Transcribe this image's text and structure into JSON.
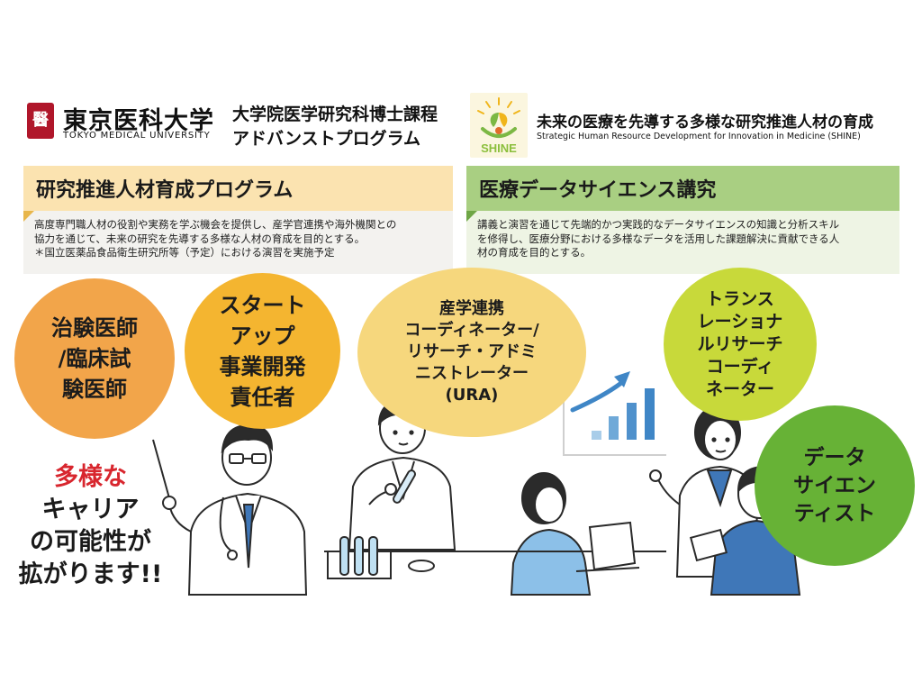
{
  "header": {
    "university_logo_mark": "醫",
    "university_name_jp": "東京医科大学",
    "university_name_en": "TOKYO MEDICAL UNIVERSITY",
    "program_line1": "大学院医学研究科博士課程",
    "program_line2": "アドバンストプログラム",
    "shine_logo_text": "SHINE",
    "shine_title_jp": "未来の医療を先導する多様な研究推進人材の育成",
    "shine_title_en": "Strategic Human Resource Development for Innovation in Medicine (SHINE)"
  },
  "panels": {
    "left": {
      "title": "研究推進人材育成プログラム",
      "body_line1": "高度専門職人材の役割や実務を学ぶ機会を提供し、産学官連携や海外機関との",
      "body_line2": "協力を通じて、未来の研究を先導する多様な人材の育成を目的とする。",
      "body_line3": "＊国立医薬品食品衛生研究所等（予定）における演習を実施予定"
    },
    "right": {
      "title": "医療データサイエンス講究",
      "body_line1": "講義と演習を通じて先端的かつ実践的なデータサイエンスの知識と分析スキル",
      "body_line2": "を修得し、医療分野における多様なデータを活用した課題解決に貢献できる人",
      "body_line3": "材の育成を目的とする。"
    }
  },
  "careers": {
    "clinical": [
      "治験医師",
      "/臨床試",
      "験医師"
    ],
    "startup": [
      "スタート",
      "アップ",
      "事業開発",
      "責任者"
    ],
    "ura": [
      "産学連携",
      "コーディネーター/",
      "リサーチ・アドミ",
      "ニストレーター",
      "(URA)"
    ],
    "translational": [
      "トランス",
      "レーショナ",
      "ルリサーチ",
      "コーディ",
      "ネーター"
    ],
    "data_scientist": [
      "データ",
      "サイエン",
      "ティスト"
    ]
  },
  "tagline": {
    "line1": "多様な",
    "line2": "キャリア",
    "line3": "の可能性が",
    "line4": "拡がります!!"
  },
  "colors": {
    "brand_red": "#b0162a",
    "left_panel_header": "#fbe3b0",
    "right_panel_header": "#a9cf82",
    "accent_red": "#d8262e",
    "chart_blue": "#3f86c6"
  },
  "icons": [
    "shine-leaf-icon",
    "growth-arrow-icon",
    "bar-chart-icon",
    "laptop-icon",
    "test-tube-rack-icon",
    "pointer-stick-icon"
  ]
}
